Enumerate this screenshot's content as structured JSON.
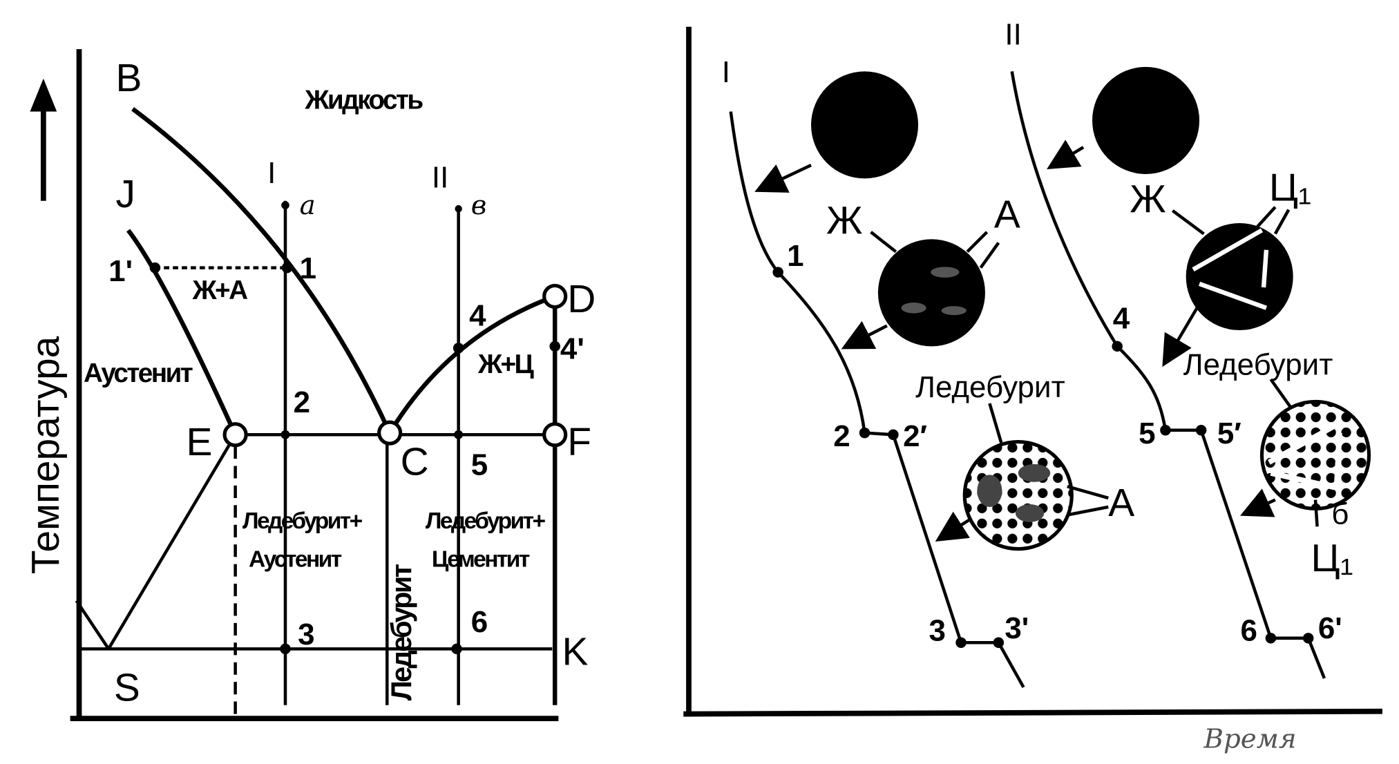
{
  "phase_diagram": {
    "y_axis_label": "Температура",
    "region_liquid": "Жидкость",
    "region_austenite": "Аустенит",
    "region_l_a": "Ж+А",
    "region_l_c": "Ж+Ц",
    "region_led_aus_1": "Ледебурит+",
    "region_led_aus_2": "Аустенит",
    "region_led_cem_1": "Ледебурит+",
    "region_led_cem_2": "Цементит",
    "region_ledeburite": "Ледебурит",
    "points": {
      "B": "B",
      "J": "J",
      "E": "E",
      "C": "C",
      "D": "D",
      "F": "F",
      "K": "K",
      "S": "S"
    },
    "alloy_I": "I",
    "alloy_II": "II",
    "alloy_I_start": "a",
    "alloy_II_start": "в",
    "nums": {
      "p1": "1",
      "p1p": "1'",
      "p2": "2",
      "p3": "3",
      "p4": "4",
      "p4p": "4'",
      "p5": "5",
      "p6": "6"
    }
  },
  "cooling_curves": {
    "x_axis_label": "Время",
    "curve_I": "I",
    "curve_II": "II",
    "nums_I": {
      "p1": "1",
      "p2": "2",
      "p2p": "2′",
      "p3": "3",
      "p3p": "3'"
    },
    "nums_II": {
      "p4": "4",
      "p5": "5",
      "p5p": "5′",
      "p6": "6",
      "p6p": "6'"
    },
    "liquid_I": "Ж",
    "austenite_I": "А",
    "ledeburite_I": "Ледебурит",
    "austenite_I_2": "А",
    "liquid_II": "Ж",
    "cementite_II": "Ц₁",
    "ledeburite_II": "Ледебурит",
    "b_II": "б",
    "cementite_II_2": "Ц₁"
  }
}
